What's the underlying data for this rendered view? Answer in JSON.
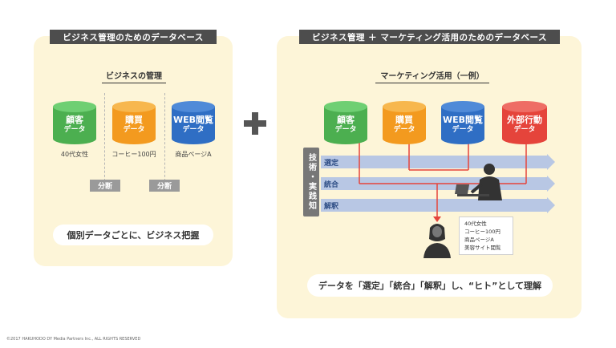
{
  "left": {
    "title": "ビジネス管理のためのデータベース",
    "subtitle": "ビジネスの管理",
    "cylinders": [
      {
        "line1": "顧客",
        "line2": "データ",
        "color": "#4caf50",
        "caption": "40代女性"
      },
      {
        "line1": "購買",
        "line2": "データ",
        "color": "#f39a1f",
        "caption": "コーヒー100円"
      },
      {
        "line1": "WEB閲覧",
        "line2": "データ",
        "color": "#2f6ec4",
        "caption": "商品ページA"
      }
    ],
    "divide_labels": [
      "分断",
      "分断"
    ],
    "summary": "個別データごとに、ビジネス把握"
  },
  "plus_symbol": "+",
  "right": {
    "title": "ビジネス管理 ＋ マーケティング活用のためのデータベース",
    "subtitle": "マーケティング活用（一例）",
    "cylinders": [
      {
        "line1": "顧客",
        "line2": "データ",
        "color": "#4caf50"
      },
      {
        "line1": "購買",
        "line2": "データ",
        "color": "#f39a1f"
      },
      {
        "line1": "WEB閲覧",
        "line2": "データ",
        "color": "#2f6ec4"
      },
      {
        "line1": "外部行動",
        "line2": "データ",
        "color": "#e5443b"
      }
    ],
    "side_label": "技術・実践知",
    "arrows": [
      "選定",
      "統合",
      "解釈"
    ],
    "profile_lines": [
      "40代女性",
      "コーヒー100円",
      "商品ページA",
      "美容サイト閲覧"
    ],
    "summary": "データを「選定」「統合」「解釈」し、“ヒト”として理解"
  },
  "copyright": "©2017 HAKUHODO DY Media Partners Inc., ALL RIGHTS RESERVED",
  "colors": {
    "panel": "#fdf5d8",
    "link_line": "#e5443b",
    "arrow": "#b8c7e4"
  }
}
